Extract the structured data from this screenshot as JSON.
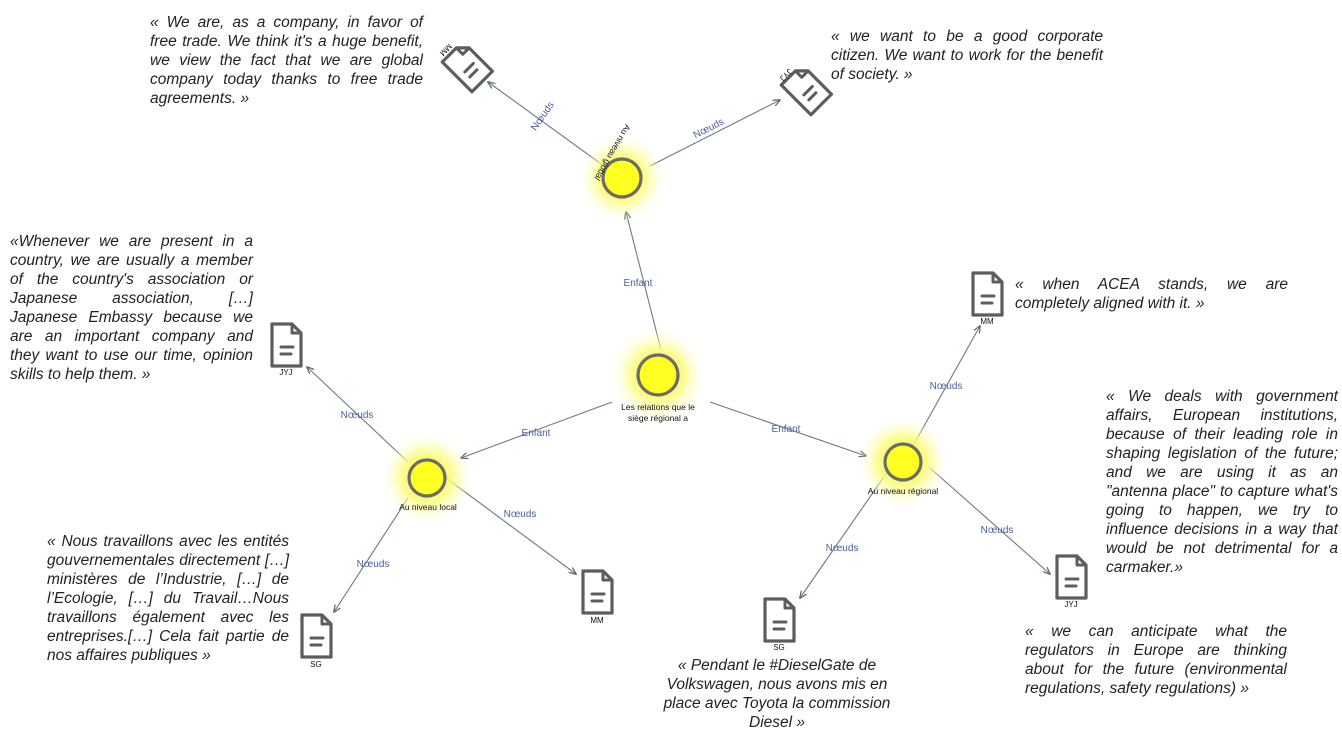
{
  "nodes": {
    "center": {
      "label_line1": "Les relations que le",
      "label_line2": "siège régional a"
    },
    "global": {
      "label": "Au niveau global"
    },
    "local": {
      "label": "Au niveau local"
    },
    "regional": {
      "label": "Au niveau régional"
    }
  },
  "edges": {
    "child_label": "Enfant",
    "doc_label": "Nœuds"
  },
  "documents": {
    "global_left": "MM",
    "global_right": "JYJ",
    "local_left": "JYJ",
    "local_bottom_left": "SG",
    "local_bottom_right": "MM",
    "regional_top": "MM",
    "regional_bottom": "SG",
    "regional_right": "JYJ"
  },
  "quotes": {
    "q_free_trade": "« We are, as a company, in favor of free trade. We think it's a huge benefit, we view the fact that we are global company today thanks to free trade agreements. »",
    "q_corporate_citizen": "« we want to be a good corporate citizen. We want to work for the benefit of society. »",
    "q_whenever_present": "«Whenever we are present in a country, we are usually a member of the country's association or Japanese association, […] Japanese Embassy because we are an important company and they want to use our time, opinion skills to help them. »",
    "q_acea": "« when ACEA stands, we are completely aligned with it. »",
    "q_government_affairs": "« We deals with government affairs, European institutions, because of their leading role in shaping legislation of the future; and we are using it as an \"antenna place\" to capture what's going to happen, we try to influence decisions in a way that would be not detrimental for a carmaker.»",
    "q_nous_travaillons": "« Nous travaillons avec les entités gouvernementales directement […] ministères de l’Industrie, […] de l’Ecologie, […] du Travail…Nous travaillons également avec les entreprises.[…] Cela fait partie de nos affaires publiques »",
    "q_dieselgate": "« Pendant le #DieselGate de Volkswagen, nous avons mis en place avec Toyota la commission Diesel »",
    "q_anticipate": "« we can anticipate what the regulators in Europe are thinking about for the future (environmental regulations, safety regulations) »"
  },
  "colors": {
    "node_fill": "#ffff22",
    "node_glow": "#fbfb6a",
    "node_stroke": "#6b6b6b",
    "edge": "#6a7e7c",
    "edge_label": "#4a5fa0",
    "doc_icon": "#5d5d5d"
  },
  "icons": {
    "node": "circle-node-icon",
    "document": "document-icon"
  }
}
